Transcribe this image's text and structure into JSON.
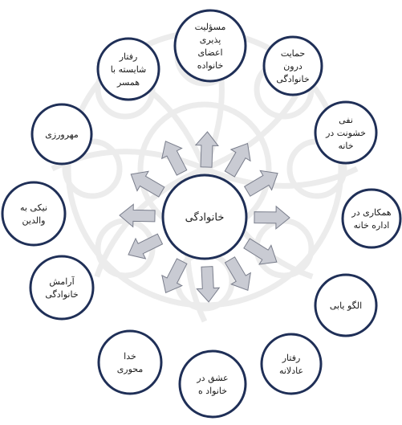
{
  "center": {
    "label": "خانوادگی"
  },
  "nodes": [
    {
      "id": "n1",
      "label": "مسؤلیت پذیری اعضای خانواده",
      "lines": [
        "مسؤلیت",
        "پذیری",
        "اعضای",
        "خانواده"
      ]
    },
    {
      "id": "n2",
      "label": "حمایت درون خانوادگی",
      "lines": [
        "حمایت",
        "درون",
        "خانوادگی"
      ]
    },
    {
      "id": "n3",
      "label": "نفی خشونت در خانه",
      "lines": [
        "نفی",
        "خشونت در",
        "خانه"
      ]
    },
    {
      "id": "n4",
      "label": "همکاری در اداره خانه",
      "lines": [
        "همکاری در",
        "اداره خانه"
      ]
    },
    {
      "id": "n5",
      "label": "الگو یابی",
      "lines": [
        "الگو یابی"
      ]
    },
    {
      "id": "n6",
      "label": "رفتار عادلانه",
      "lines": [
        "رفتار",
        "عادلانه"
      ]
    },
    {
      "id": "n7",
      "label": "عشق در خانواده",
      "lines": [
        "عشق در",
        "خانواد ه"
      ]
    },
    {
      "id": "n8",
      "label": "خدا محوری",
      "lines": [
        "خدا",
        "محوری"
      ]
    },
    {
      "id": "n9",
      "label": "آرامش خانوادگی",
      "lines": [
        "آرامش",
        "خانوادگی"
      ]
    },
    {
      "id": "n10",
      "label": "نیکی به والدین",
      "lines": [
        "نیکی به",
        "والدین"
      ]
    },
    {
      "id": "n11",
      "label": "مهرورزی",
      "lines": [
        "مهرورزی"
      ]
    },
    {
      "id": "n12",
      "label": "رفتار شایسته با همسر",
      "lines": [
        "رفتار",
        "شایسته با",
        "همسر"
      ]
    }
  ],
  "colors": {
    "circle_stroke": "#1f2f57",
    "circle_fill": "#ffffff",
    "arrow_fill": "#c9cbd3",
    "arrow_stroke": "#7a7e8c",
    "watermark": "#ececec"
  }
}
